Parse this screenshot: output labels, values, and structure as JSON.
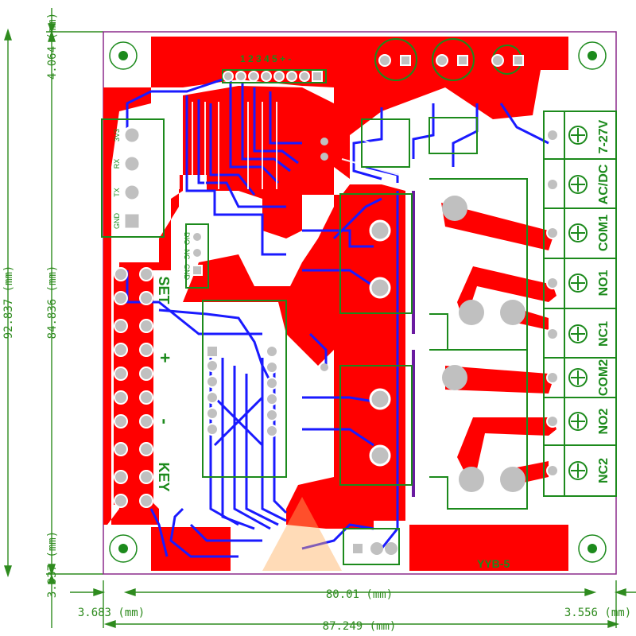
{
  "board": {
    "colors": {
      "copper_top": "#ff0000",
      "copper_bottom": "#1a1aff",
      "silkscreen": "#1c8a1c",
      "outline": "#8b2a8b",
      "pad_hole": "#ffffff",
      "pad_ring": "#c0c0c0",
      "dimension": "#2e8b1e"
    }
  },
  "dimensions": {
    "height_total": "92.837 (mm)",
    "height_inner": "84.836 (mm)",
    "margin_top": "4.064 (mm)",
    "margin_bottom": "3.937 (mm)",
    "width_inner": "80.01 (mm)",
    "margin_left": "3.683 (mm)",
    "margin_right": "3.556 (mm)",
    "width_total": "87.249 (mm)"
  },
  "silkscreen": {
    "header_numbers": "1 2 3 4 5 + -",
    "power_label": "7-27V",
    "terminals": [
      "AC/DC",
      "COM1",
      "NO1",
      "NC1",
      "COM2",
      "NO2",
      "NC2"
    ],
    "buttons": [
      "SET",
      "+",
      "-",
      "KEY"
    ],
    "left_connector_pins": [
      "GND",
      "TX",
      "RX",
      "3V3"
    ],
    "side_labels": [
      "DIO",
      "NC",
      "GND"
    ],
    "board_name": "YYB-5"
  },
  "icons": {
    "mounting_hole": "mounting-hole-icon",
    "screw_terminal": "screw-terminal-icon",
    "relay": "relay-outline-icon",
    "pushbutton": "pushbutton-icon"
  }
}
